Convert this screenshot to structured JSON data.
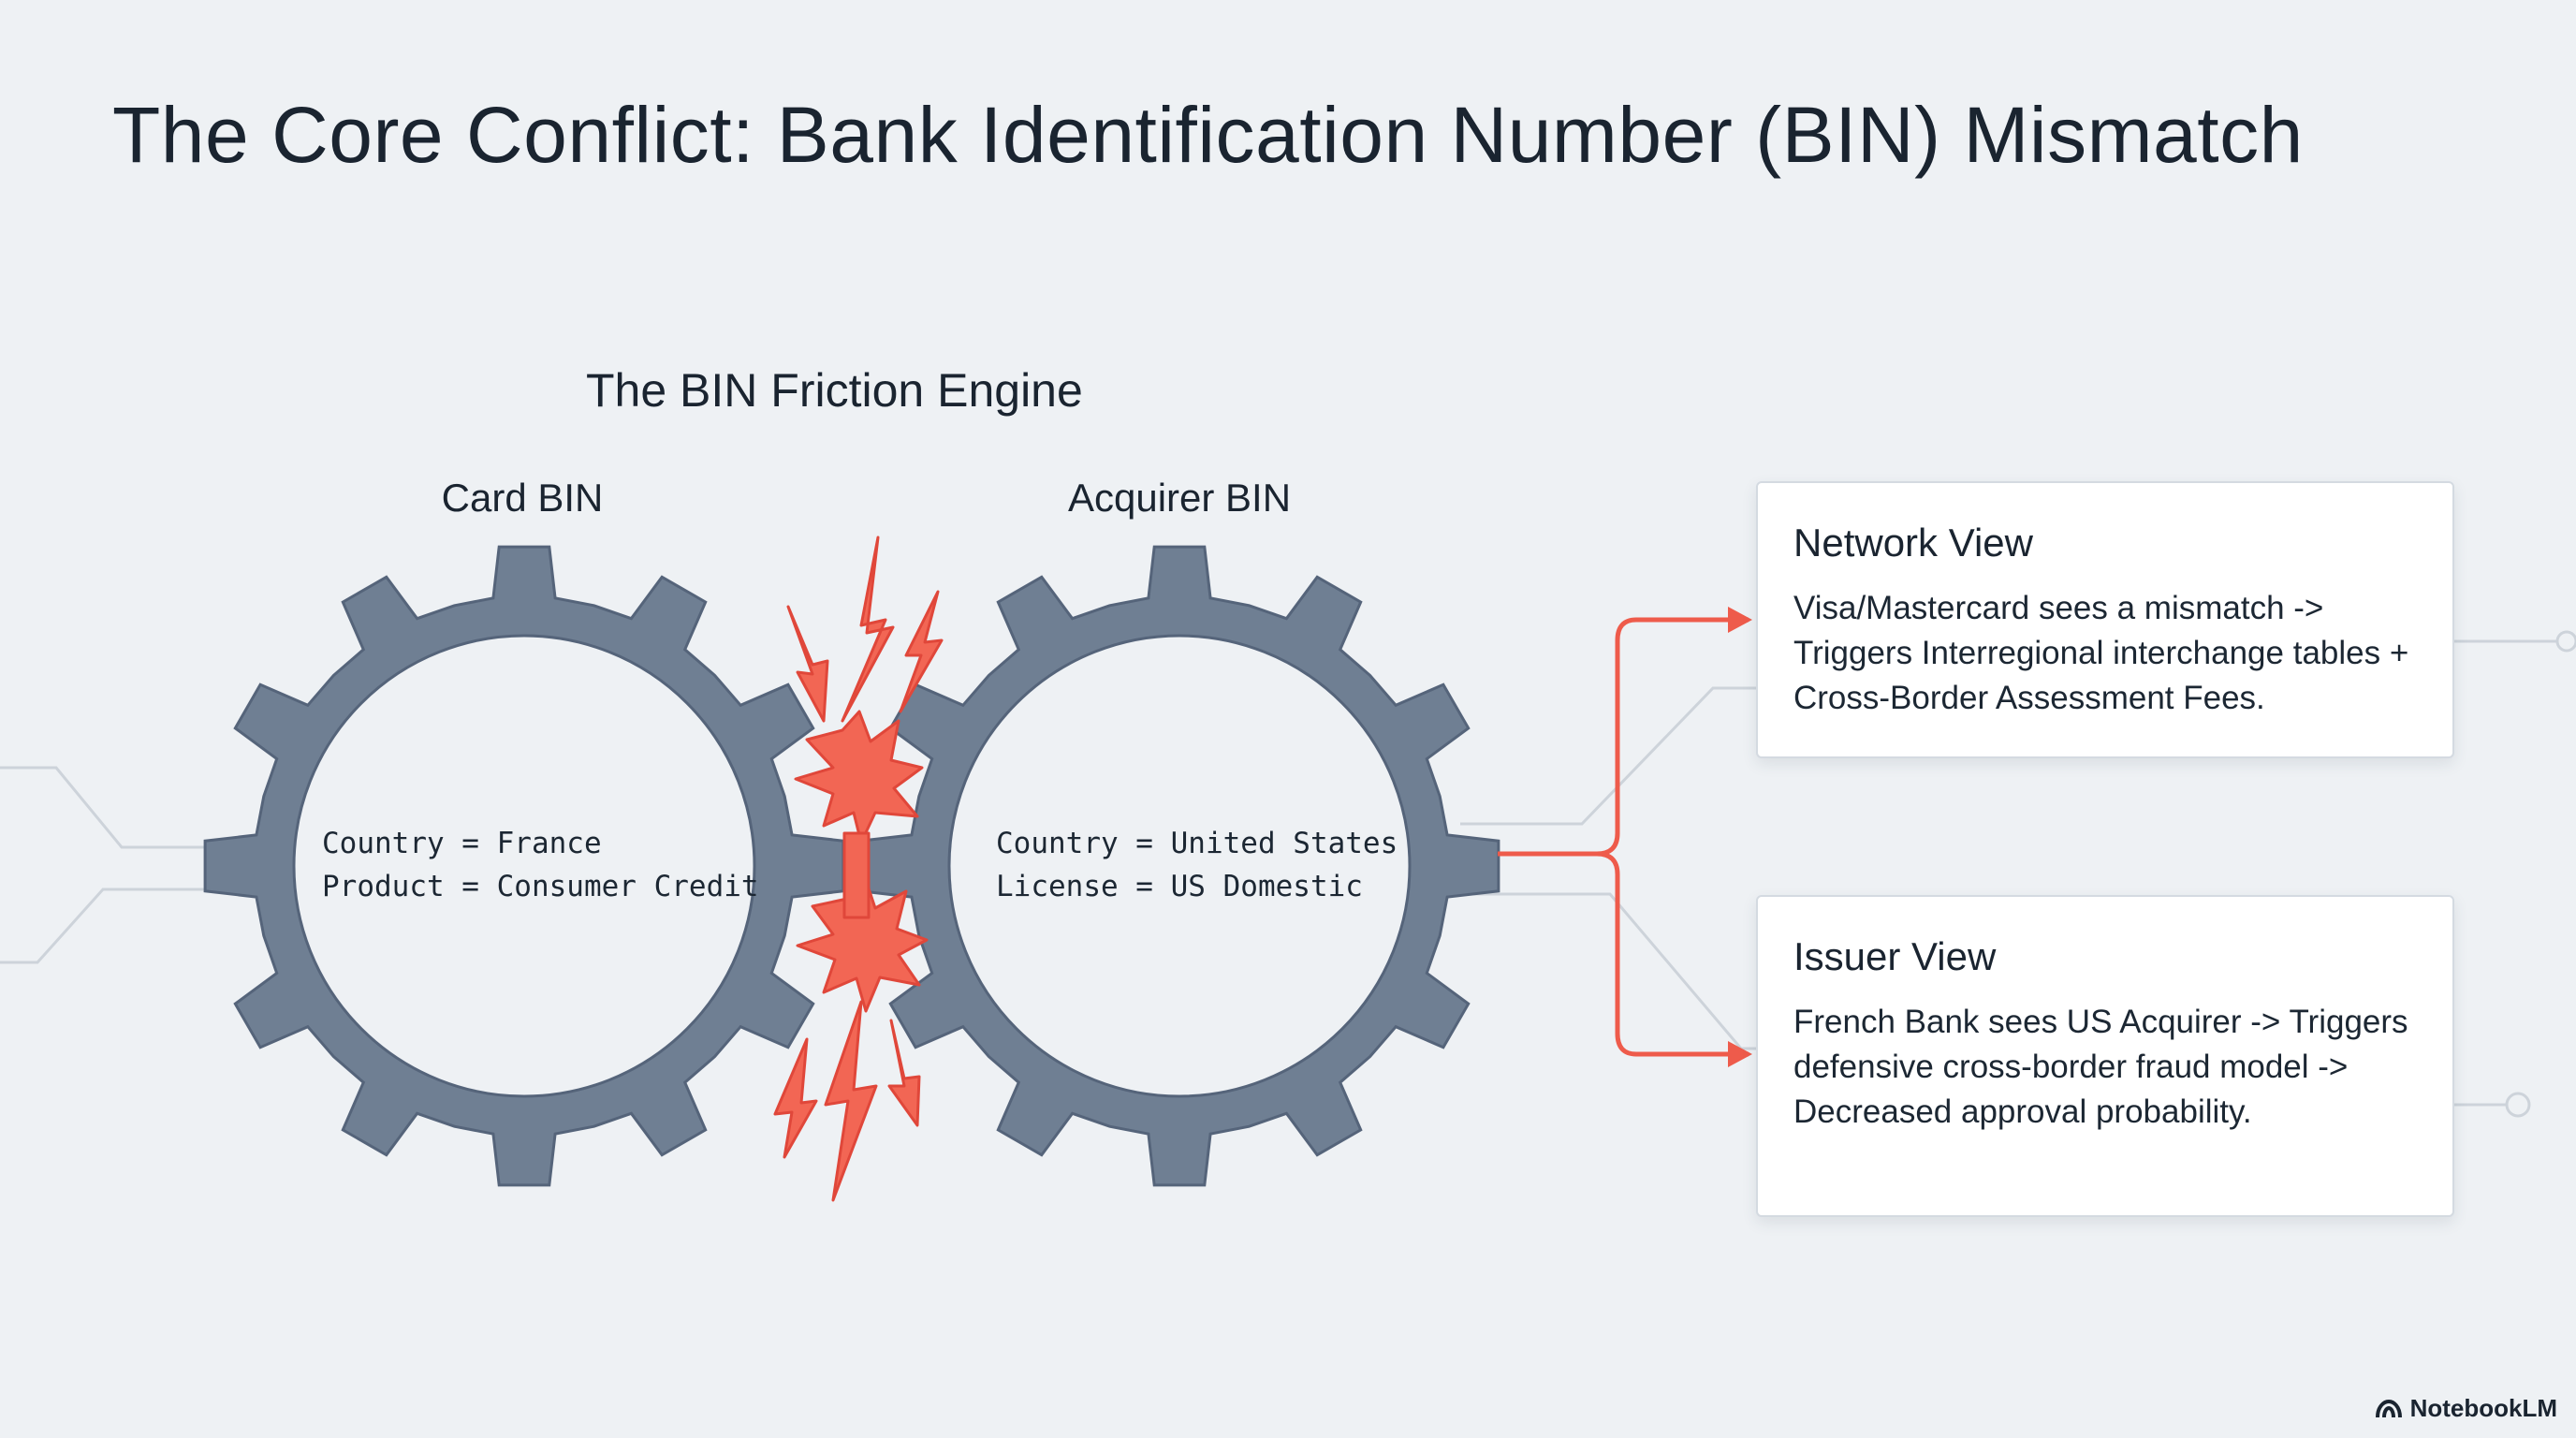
{
  "title": "The Core Conflict: Bank Identification Number (BIN) Mismatch",
  "subtitle": "The BIN Friction Engine",
  "gears": {
    "card": {
      "label": "Card BIN",
      "lines": [
        "Country = France",
        "Product = Consumer Credit"
      ]
    },
    "acquirer": {
      "label": "Acquirer BIN",
      "lines": [
        "Country = United States",
        "License = US Domestic"
      ]
    }
  },
  "cards": {
    "network": {
      "heading": "Network View",
      "body": "Visa/Mastercard sees a mismatch -> Triggers Interregional interchange tables + Cross-Border Assessment Fees."
    },
    "issuer": {
      "heading": "Issuer View",
      "body": "French Bank sees US Acquirer -> Triggers defensive cross-border fraud model -> Decreased approval probability."
    }
  },
  "brand": {
    "name": "NotebookLM",
    "icon": "notebooklm-logo-icon"
  },
  "colors": {
    "gear": "#6f7f93",
    "gear_stroke": "#55647a",
    "accent": "#ee5b4b",
    "background": "#eef1f4"
  }
}
